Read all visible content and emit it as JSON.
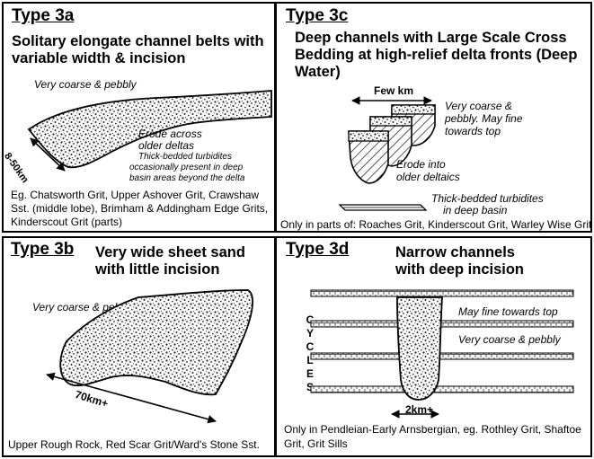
{
  "panels": {
    "p3a": {
      "tag": "Type 3a",
      "heading_lines": [
        "Solitary elongate channel belts with",
        "variable width & incision"
      ],
      "label_coarse": "Very coarse & pebbly",
      "label_erode": [
        "Erode across",
        "older deltas"
      ],
      "label_turbidites": [
        "Thick-bedded turbidites",
        "occasionally present in deep",
        "basin areas beyond the delta"
      ],
      "scale": "8-50km",
      "examples": [
        "Eg. Chatsworth Grit, Upper Ashover Grit, Crawshaw",
        "Sst. (middle lobe), Brimham & Addingham Edge Grits,",
        "Kinderscout Grit (parts)"
      ]
    },
    "p3c": {
      "tag": "Type 3c",
      "heading_lines": [
        "Deep channels with Large Scale Cross",
        "Bedding at high-relief delta fronts (Deep",
        "Water)"
      ],
      "scale": "Few km",
      "label_coarse": [
        "Very coarse &",
        "pebbly. May fine",
        "towards top"
      ],
      "label_erode": [
        "Erode into",
        "older deltaics"
      ],
      "label_turbidites": [
        "Thick-bedded turbidites",
        "in deep basin"
      ],
      "examples": [
        "Only in parts of: Roaches Grit, Kinderscout Grit, Warley Wise Grit"
      ]
    },
    "p3b": {
      "tag": "Type 3b",
      "heading_lines": [
        "Very wide sheet sand",
        "with little incision"
      ],
      "label_coarse": "Very coarse & pebbly",
      "scale": "70km+",
      "examples": [
        "Upper Rough Rock, Red Scar Grit/Ward's Stone Sst."
      ]
    },
    "p3d": {
      "tag": "Type 3d",
      "heading_lines": [
        "Narrow channels",
        "with deep incision"
      ],
      "cycles": [
        "C",
        "Y",
        "C",
        "L",
        "E",
        "S"
      ],
      "label_fine": "May fine towards top",
      "label_coarse": "Very coarse & pebbly",
      "scale": "2km+",
      "examples": [
        "Only in Pendleian-Early Arnsbergian, eg. Rothley Grit, Shaftoe",
        "Grit, Grit Sills"
      ]
    }
  }
}
